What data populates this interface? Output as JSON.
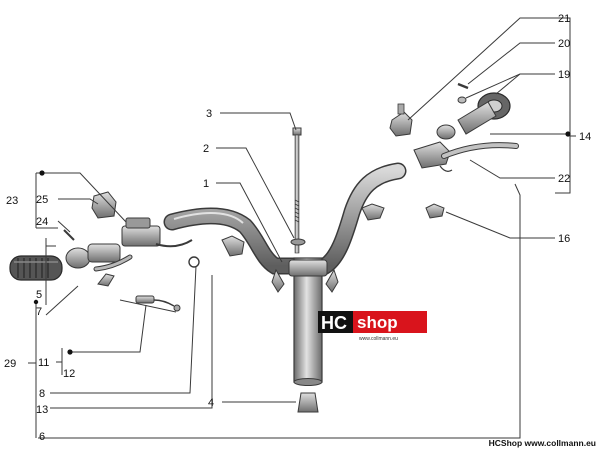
{
  "callouts": {
    "n1": "1",
    "n2": "2",
    "n3": "3",
    "n4": "4",
    "n5": "5",
    "n6": "6",
    "n7": "7",
    "n8": "8",
    "n11": "11",
    "n12": "12",
    "n13": "13",
    "n14": "14",
    "n16": "16",
    "n19": "19",
    "n20": "20",
    "n21": "21",
    "n22": "22",
    "n23": "23",
    "n24": "24",
    "n25": "25",
    "n29": "29"
  },
  "logo": {
    "hc": "HC",
    "shop": "shop",
    "small": "www.collmann.eu"
  },
  "footer": {
    "text": "HCShop www.collmann.eu"
  },
  "colors": {
    "logo_red": "#d9141c",
    "logo_black": "#111111",
    "line": "#3a3a3a",
    "part": "#7a7a7a"
  }
}
